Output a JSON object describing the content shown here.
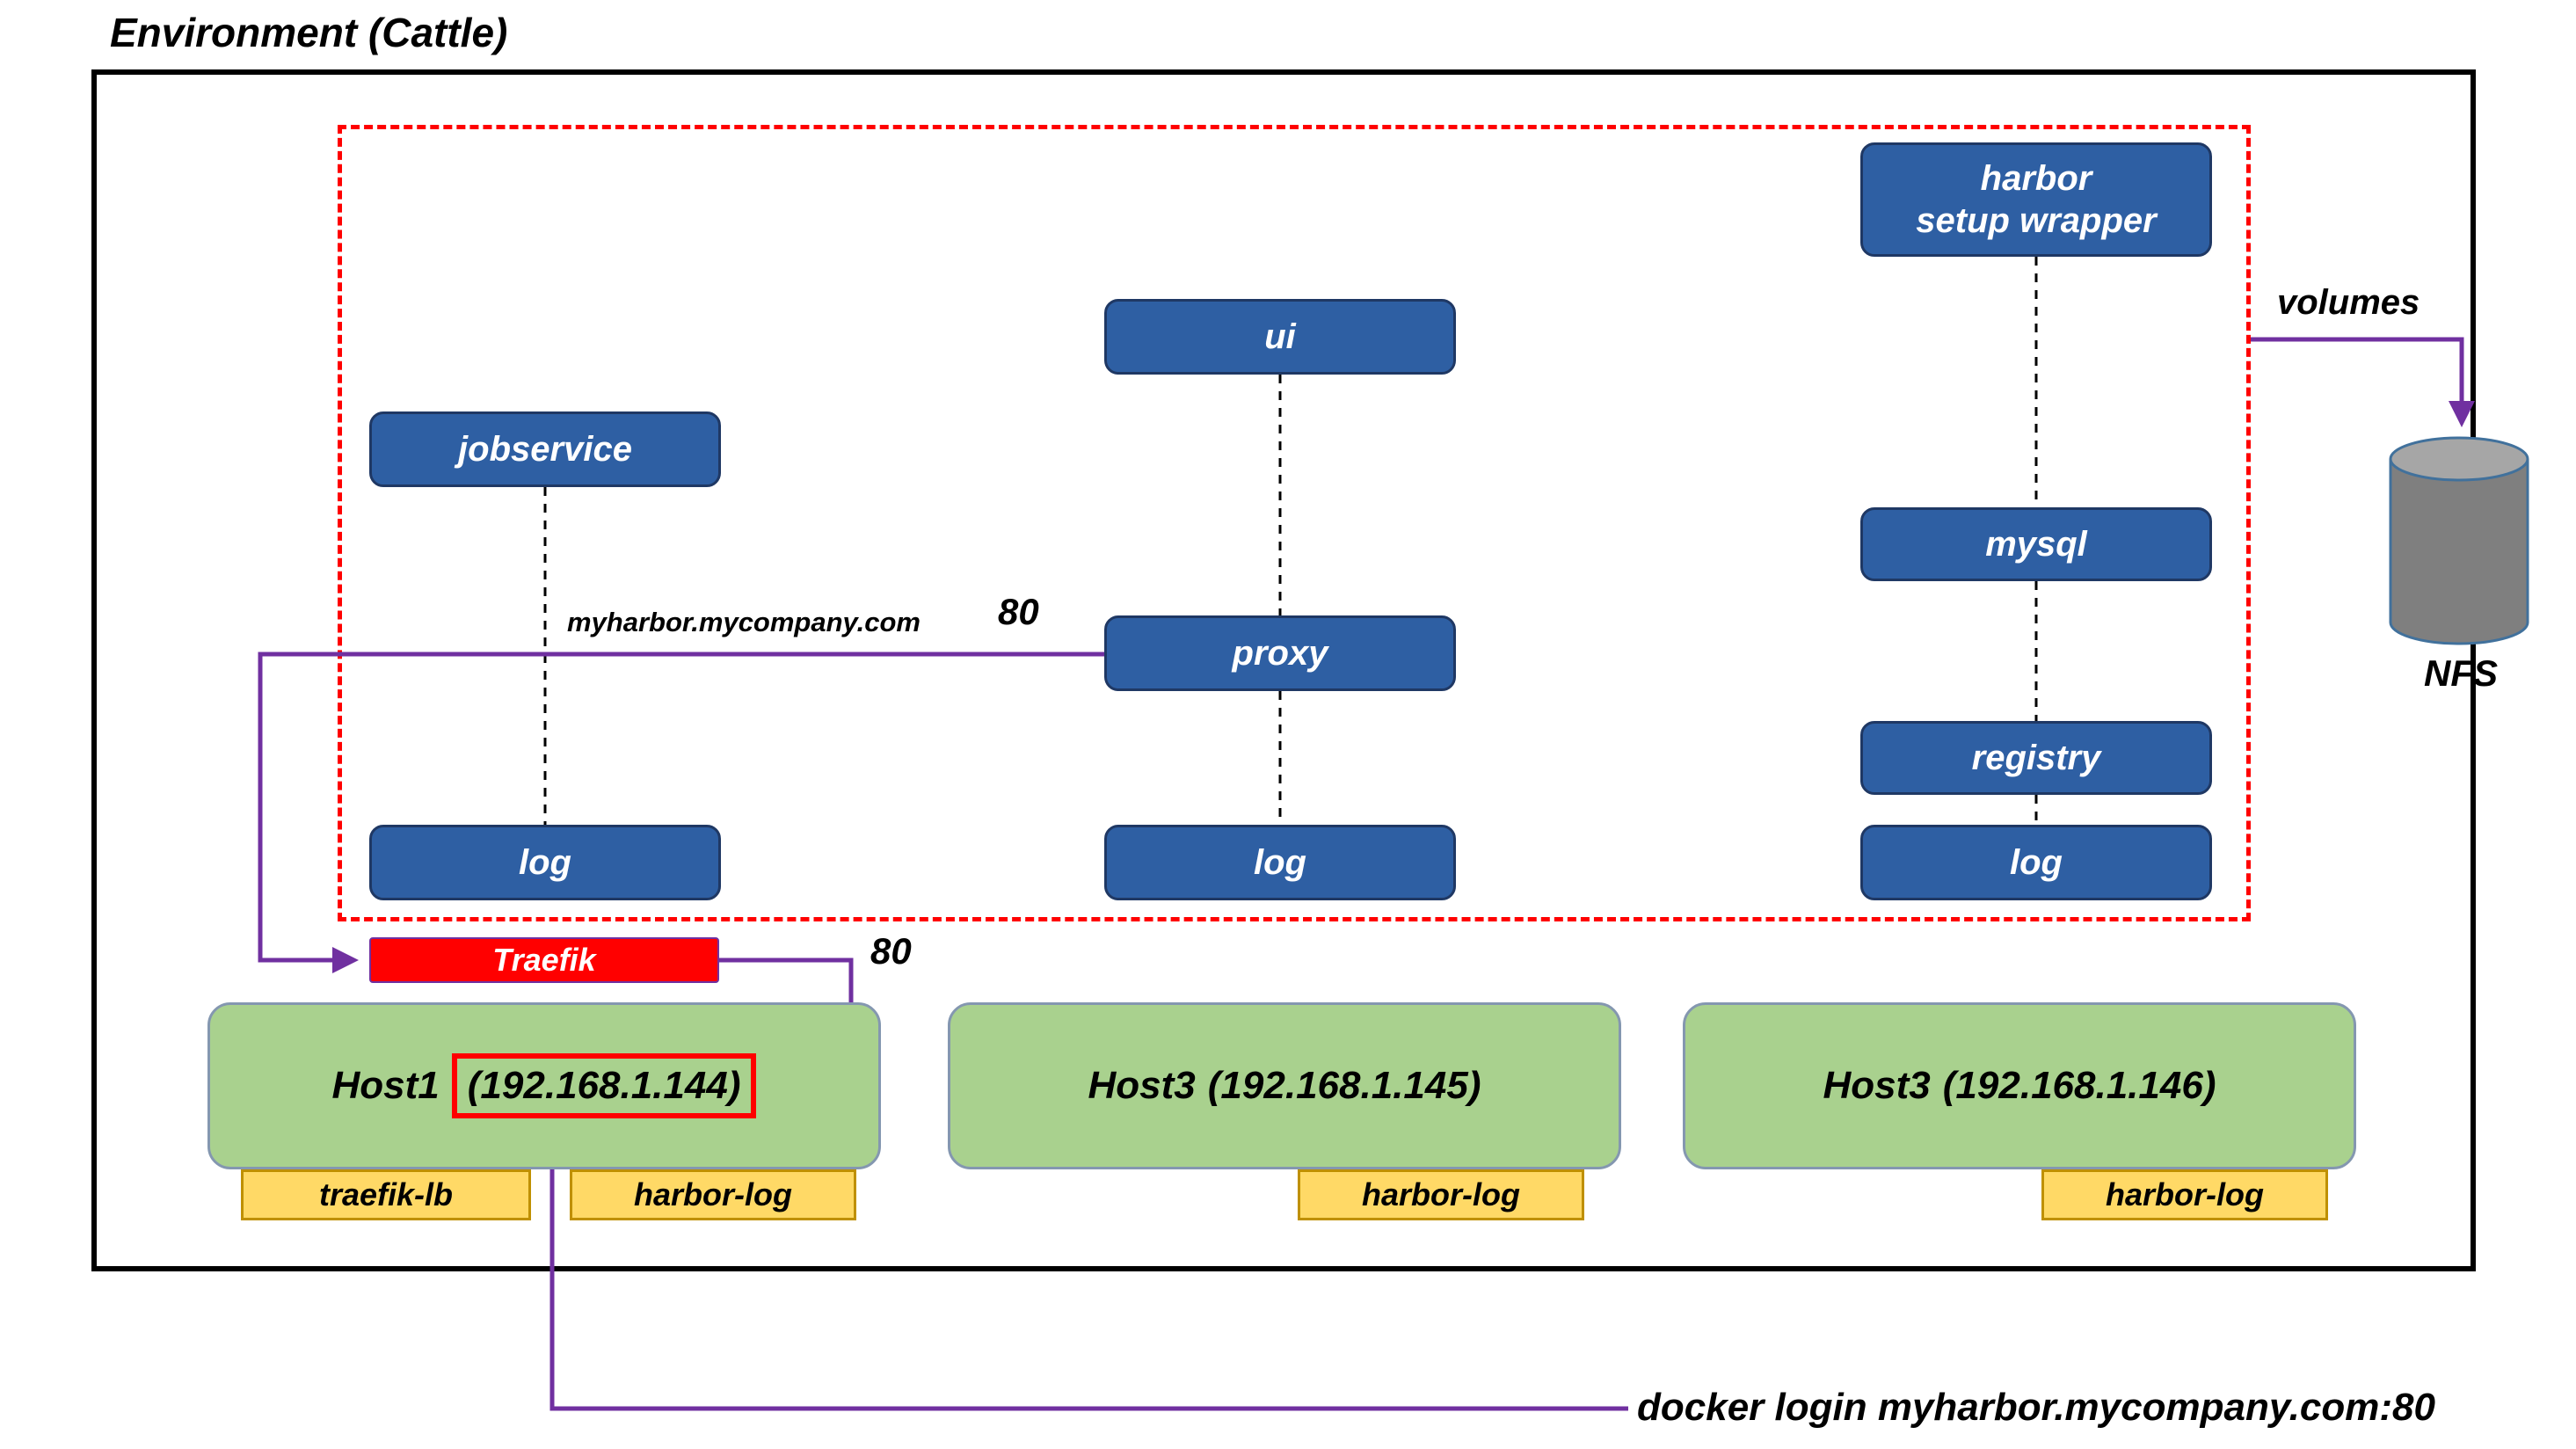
{
  "title": "Environment (Cattle)",
  "services": {
    "harbor_setup_wrapper": "harbor\nsetup wrapper",
    "ui": "ui",
    "jobservice": "jobservice",
    "mysql": "mysql",
    "proxy": "proxy",
    "registry": "registry",
    "log1": "log",
    "log2": "log",
    "log3": "log"
  },
  "traefik": "Traefik",
  "hosts": [
    {
      "name": "Host1",
      "ip": "(192.168.1.144)"
    },
    {
      "name": "Host3",
      "ip": "(192.168.1.145)"
    },
    {
      "name": "Host3",
      "ip": "(192.168.1.146)"
    }
  ],
  "tags": [
    "traefik-lb",
    "harbor-log",
    "harbor-log",
    "harbor-log"
  ],
  "annotations": {
    "proxy_hostname": "myharbor.mycompany.com",
    "proxy_port": "80",
    "traefik_port": "80",
    "volumes": "volumes",
    "nfs": "NFS",
    "docker_login": "docker login myharbor.mycompany.com:80"
  },
  "colors": {
    "service_fill": "#2E5FA3",
    "service_border": "#1F3864",
    "host_fill": "#A9D18E",
    "tag_fill": "#FFD966",
    "tag_border": "#BF9000",
    "traefik_fill": "#FF0000",
    "arrow": "#7030A0",
    "stack_border": "#FF0000",
    "nfs_body": "#7F7F7F",
    "nfs_top": "#A6A6A6"
  }
}
